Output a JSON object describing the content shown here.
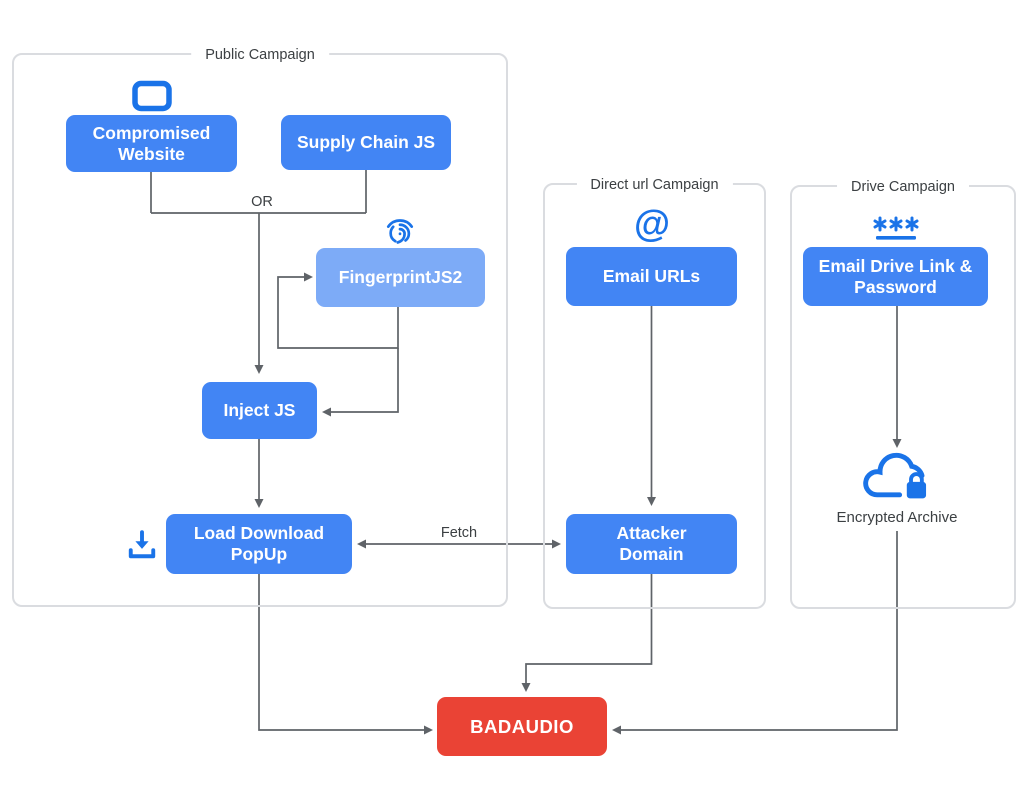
{
  "groups": {
    "public": {
      "label": "Public Campaign"
    },
    "direct": {
      "label": "Direct url Campaign"
    },
    "drive": {
      "label": "Drive Campaign"
    }
  },
  "nodes": {
    "compromised_website": {
      "label": "Compromised Website"
    },
    "supply_chain_js": {
      "label": "Supply Chain JS"
    },
    "fingerprintjs2": {
      "label": "FingerprintJS2"
    },
    "inject_js": {
      "label": "Inject JS"
    },
    "load_download_popup": {
      "label": "Load Download PopUp"
    },
    "email_urls": {
      "label": "Email URLs"
    },
    "attacker_domain": {
      "label": "Attacker Domain"
    },
    "email_drive_link": {
      "label": "Email Drive Link & Password"
    },
    "badaudio": {
      "label": "BADAUDIO"
    }
  },
  "annotations": {
    "or": "OR",
    "fetch": "Fetch",
    "encrypted_archive": "Encrypted Archive"
  },
  "icons": {
    "at_glyph": "@",
    "browser_window": "browser-window",
    "fingerprint": "fingerprint",
    "password_asterisks": "asterisks-underline",
    "download_tray": "download-to-tray",
    "cloud_lock": "cloud-with-lock"
  },
  "colors": {
    "node_blue": "#4285f4",
    "node_light_blue": "#7dabf7",
    "node_red": "#ea4335",
    "icon_blue": "#1a73e8",
    "connector_gray": "#5f6368",
    "group_border": "#dadce0",
    "text_dark": "#3c4043"
  }
}
